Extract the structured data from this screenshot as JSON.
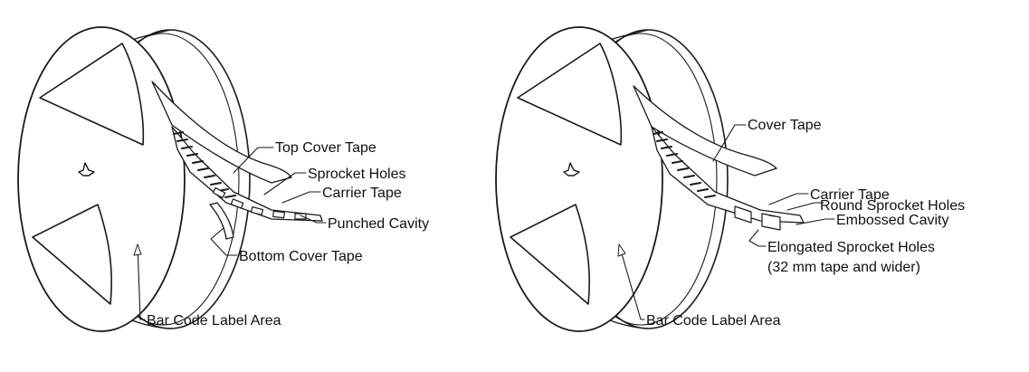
{
  "reels": [
    {
      "id": "punched",
      "labels": {
        "top_cover_tape": "Top Cover Tape",
        "sprocket_holes": "Sprocket Holes",
        "carrier_tape": "Carrier Tape",
        "punched_cavity": "Punched Cavity",
        "bottom_cover_tape": "Bottom Cover Tape",
        "bar_code_label_area": "Bar Code Label Area"
      }
    },
    {
      "id": "embossed",
      "labels": {
        "cover_tape": "Cover Tape",
        "carrier_tape": "Carrier Tape",
        "round_sprocket_holes": "Round Sprocket Holes",
        "embossed_cavity": "Embossed Cavity",
        "elongated_sprocket_holes": "Elongated Sprocket Holes",
        "elongated_note": "(32 mm tape and wider)",
        "bar_code_label_area": "Bar Code Label Area"
      }
    }
  ],
  "colors": {
    "line": "#1a1a1a",
    "background": "#ffffff"
  }
}
